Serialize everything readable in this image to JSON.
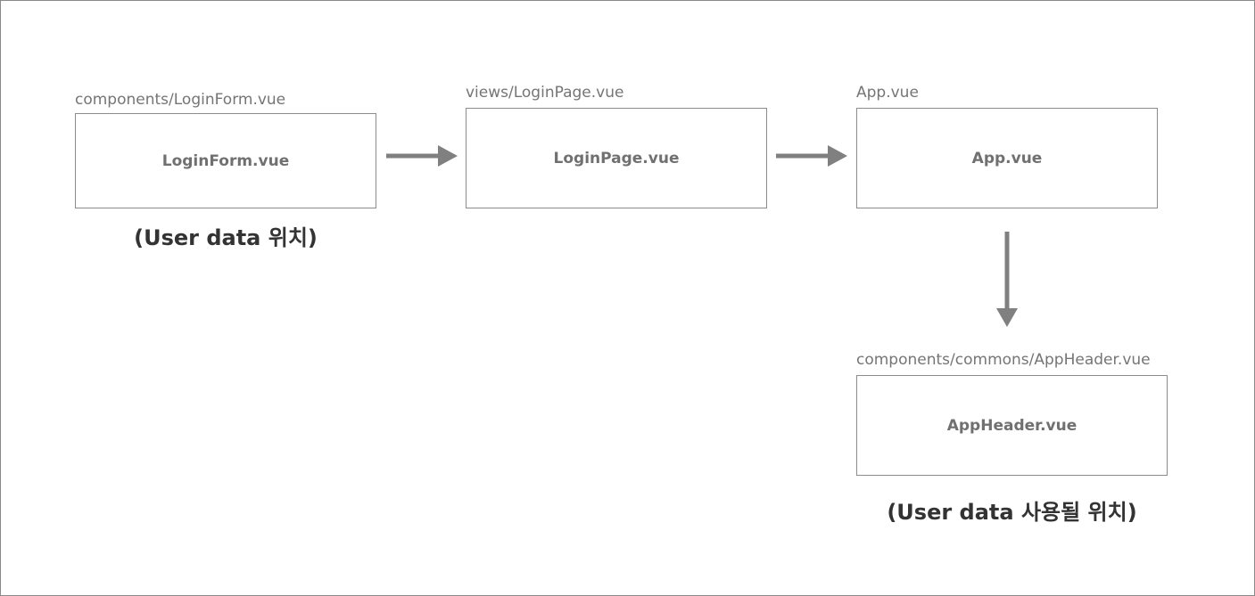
{
  "nodes": [
    {
      "id": "loginform",
      "path": "components/LoginForm.vue",
      "title": "LoginForm.vue"
    },
    {
      "id": "loginpage",
      "path": "views/LoginPage.vue",
      "title": "LoginPage.vue"
    },
    {
      "id": "app",
      "path": "App.vue",
      "title": "App.vue"
    },
    {
      "id": "appheader",
      "path": "components/commons/AppHeader.vue",
      "title": "AppHeader.vue"
    }
  ],
  "notes": {
    "source": "(User data 위치)",
    "target": "(User data 사용될 위치)"
  },
  "colors": {
    "arrow": "#808080",
    "border": "#8c8c8c",
    "path_text": "#757575",
    "title_text": "#707070",
    "note_text": "#333333"
  }
}
